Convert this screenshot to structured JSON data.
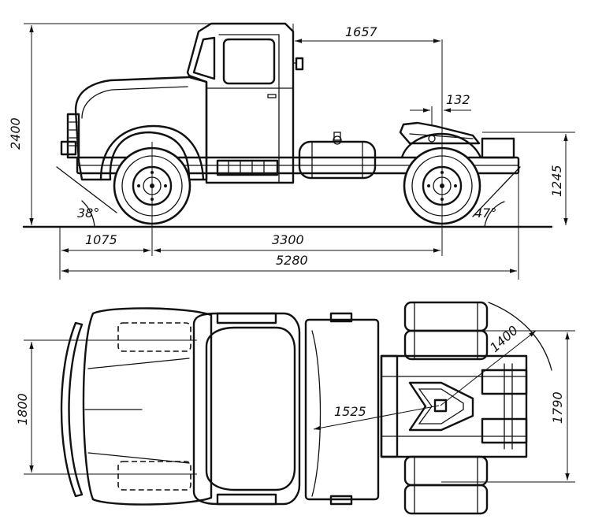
{
  "side_view": {
    "dimensions": {
      "overall_height": "2400",
      "cab_to_fifth_wheel": "1657",
      "fifth_wheel_offset": "132",
      "fifth_wheel_height": "1245",
      "front_overhang": "1075",
      "wheelbase": "3300",
      "overall_length": "5280",
      "approach_angle": "38°",
      "departure_angle": "47°"
    }
  },
  "top_view": {
    "dimensions": {
      "front_track": "1800",
      "rear_track": "1790",
      "coupling_radius": "1525",
      "trailer_radius": "1400"
    }
  },
  "colors": {
    "line": "#111111",
    "background": "#ffffff"
  }
}
